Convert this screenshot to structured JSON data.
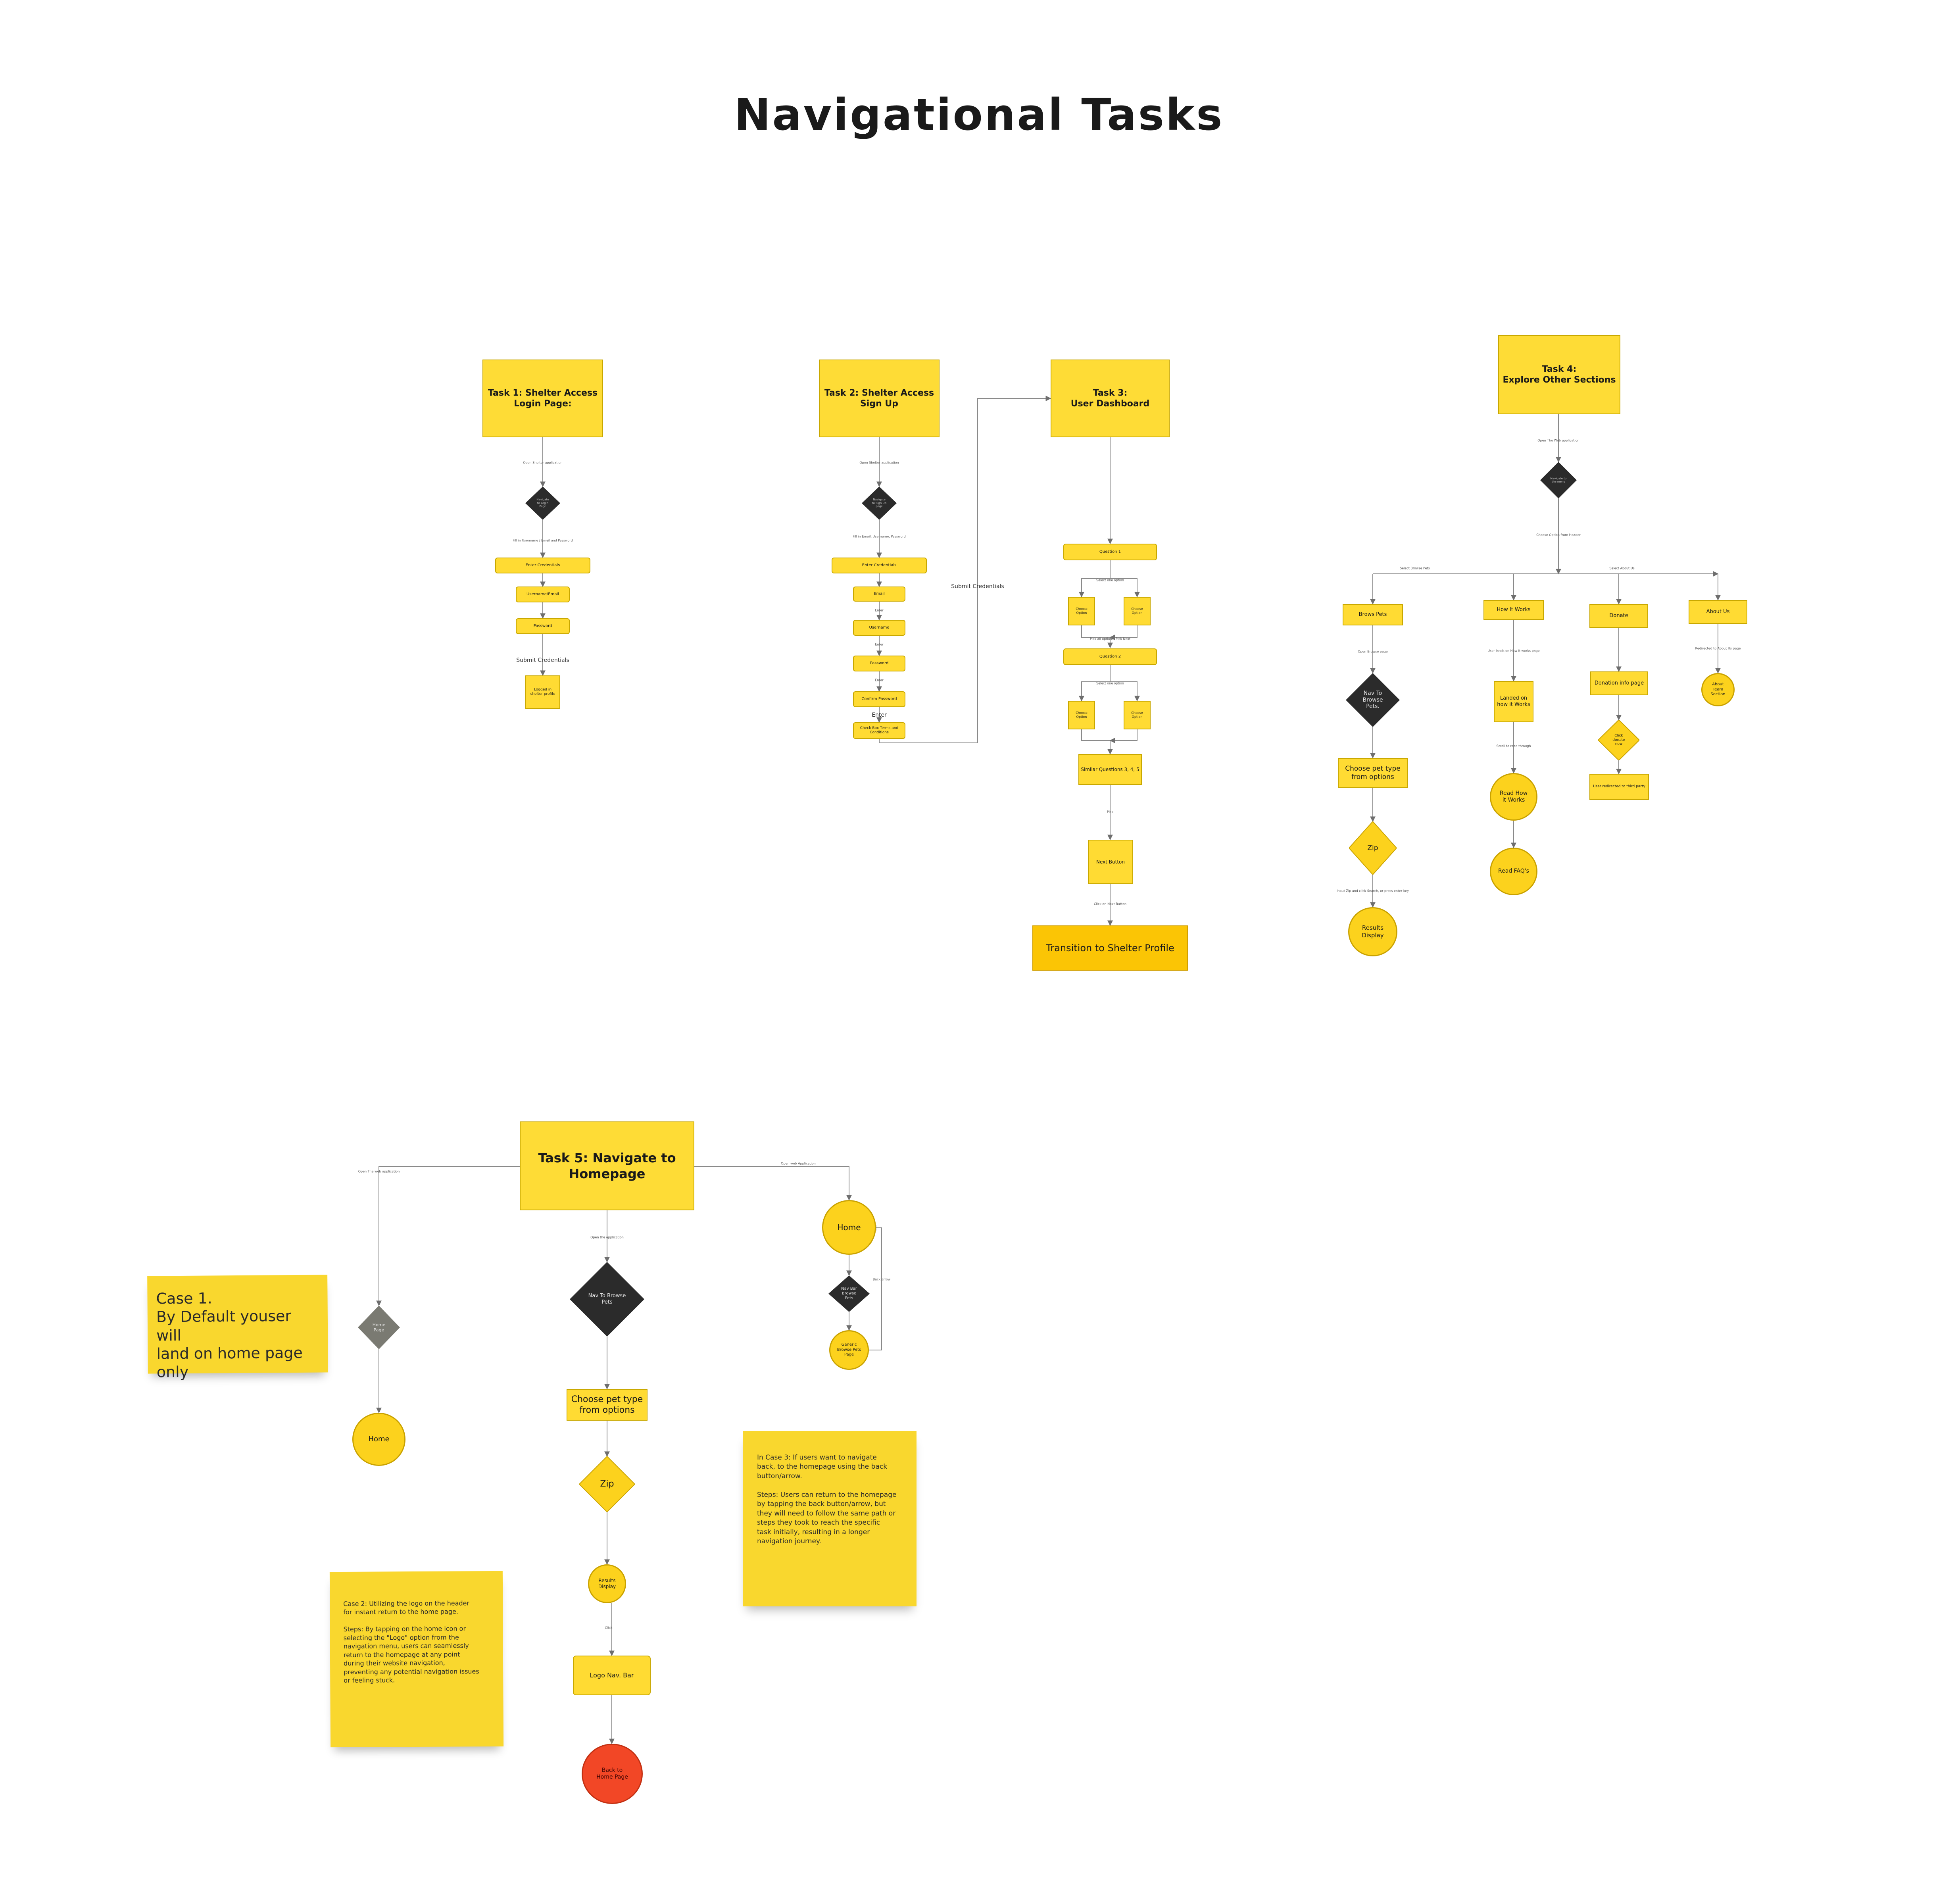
{
  "title": "Navigational Tasks",
  "colors": {
    "sticky": "#f9d72e",
    "node": "#ffdb33",
    "decision": "#2b2b2b",
    "end": "#f24726",
    "line": "#8a8a8a"
  },
  "task1": {
    "title": "Task 1: Shelter Access\nLogin Page:",
    "open": "Open Shelter application",
    "decision": "Navigate\nto Login\nPage",
    "edge1": "Fill in Username / Email and Password",
    "enter": "Enter Credentials",
    "username": "Username/Email",
    "password": "Password",
    "submit": "Submit Credentials",
    "logged": "Logged in\nshelter profile"
  },
  "task2": {
    "title": "Task 2: Shelter Access\nSign Up",
    "open": "Open Shelter application",
    "decision": "Navigate\nto Sign Up\npage",
    "edge1": "Fill in Email, Username, Password",
    "enter": "Enter Credentials",
    "email": "Email",
    "username": "Username",
    "password": "Password",
    "confirm": "Confirm Password",
    "enter_label": "Enter",
    "check": "Check Box Terms and\nConditions",
    "e1": "Enter",
    "e2": "Enter",
    "e3": "Enter",
    "submit": "Submit Credentials"
  },
  "task3": {
    "title": "Task 3:\nUser Dashboard",
    "q1": "Question 1",
    "q2": "Question 2",
    "choose": "Choose\nOption",
    "similar": "Similar Questions 3, 4, 5",
    "next": "Next Button",
    "transition": "Transition to Shelter Profile",
    "edge_next": "Pick",
    "edge_fill": "Pick all options, Pick Next",
    "sub": "Select one option",
    "edge_last": "Click on Next Button"
  },
  "task4": {
    "title": "Task 4:\nExplore Other Sections",
    "open": "Open The Web application",
    "decision": "Navigate to\nthe menu",
    "edge": "Choose Option from Header",
    "br1": "Select Browse Pets",
    "br2": "Select About Us",
    "browse": "Brows Pets",
    "how": "How It Works",
    "donate": "Donate",
    "about": "About Us",
    "open_browse": "Open Browse page",
    "nav_browse": "Nav To\nBrowse\nPets.",
    "choose_pet": "Choose pet type\nfrom options",
    "zip": "Zip",
    "zip_edge": "Input Zip and click Search, or press enter key",
    "results": "Results\nDisplay",
    "how_edge": "User lands on How it works page",
    "landed": "Landed on\nhow it Works",
    "scroll": "Scroll to read through",
    "read_how": "Read How\nit Works",
    "read_faq": "Read FAQ's",
    "donation_info": "Donation info page",
    "click_donate": "Click\ndonate\nnow",
    "redirect": "User redirected to third party",
    "about_edge": "Redirected to About Us page",
    "about_team": "About\nTeam\nSection"
  },
  "task5": {
    "title": "Task 5: Navigate to\nHomepage",
    "open_left": "Open The web application",
    "open_mid": "Open the application",
    "open_right": "Open web Application",
    "home_page": "Home\nPage",
    "home": "Home",
    "nav_browse": "Nav To Browse\nPets",
    "choose_pet": "Choose pet type\nfrom options",
    "zip": "Zip",
    "results": "Results\nDisplay",
    "click": "Click",
    "logo": "Logo Nav. Bar",
    "back": "Back to\nHome Page",
    "home_r": "Home",
    "nav_bar": "Nav Bar\nBrowse\nPets",
    "generic": "Generic\nBrowse Pets\nPage",
    "back_arrow": "Back arrow"
  },
  "notes": {
    "case1": "Case 1.\nBy Default youser will\nland on home page only",
    "case2": "Case 2: Utilizing the logo on the header\nfor instant return to the home page.\n\nSteps: By tapping on the home icon or\nselecting the \"Logo\" option from the\nnavigation menu, users can seamlessly\nreturn to the homepage at any point\nduring their website navigation,\npreventing any potential navigation issues\nor feeling stuck.",
    "case3": "In Case 3: If users want to navigate\nback, to the homepage using the back\nbutton/arrow.\n\nSteps: Users can return to the homepage\nby tapping the back button/arrow, but\nthey will need to follow the same path or\nsteps they took to reach the specific\ntask initially, resulting in a longer\nnavigation journey."
  }
}
